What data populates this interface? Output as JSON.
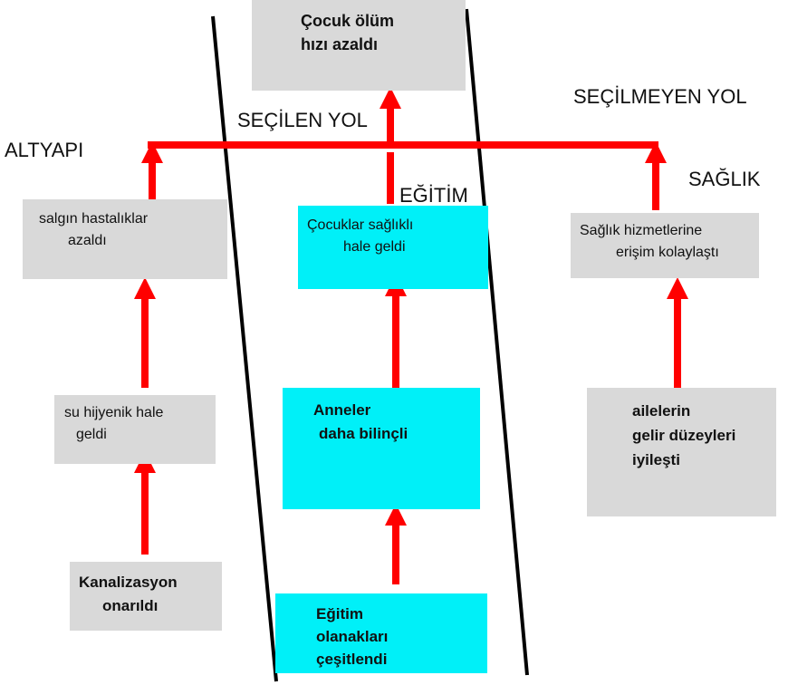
{
  "top_outcome": {
    "lines": [
      "Çocuk ölüm",
      "hızı azaldı"
    ]
  },
  "labels": {
    "chosen_path": "SEÇİLEN YOL",
    "unchosen_path": "SEÇİLMEYEN YOL",
    "infrastructure": "ALTYAPI",
    "education": "EĞİTİM",
    "health": "SAĞLIK"
  },
  "infrastructure_chain": [
    {
      "lines": [
        "Kanalizasyon",
        "onarıldı"
      ]
    },
    {
      "lines": [
        "su hijyenik hale",
        "geldi"
      ]
    },
    {
      "lines": [
        "salgın hastalıklar",
        "azaldı"
      ]
    }
  ],
  "education_chain": [
    {
      "lines": [
        "Eğitim",
        "olanakları",
        "çeşitlendi"
      ]
    },
    {
      "lines": [
        "Anneler",
        "daha bilinçli"
      ]
    },
    {
      "lines": [
        "Çocuklar sağlıklı",
        "hale geldi"
      ]
    }
  ],
  "health_chain": [
    {
      "lines": [
        "ailelerin",
        "gelir düzeyleri",
        "iyileşti"
      ]
    },
    {
      "lines": [
        "Sağlık hizmetlerine",
        "erişim kolaylaştı"
      ]
    }
  ],
  "colors": {
    "arrow": "#ff0000",
    "box_gray": "#d9d9d9",
    "box_cyan": "#00f0f8",
    "divider": "#000000"
  }
}
